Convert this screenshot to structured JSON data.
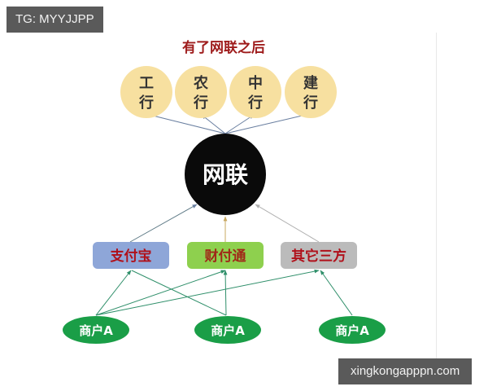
{
  "watermarks": {
    "top_left": "TG: MYYJJPP",
    "bottom_right": "xingkongapppn.com"
  },
  "diagram": {
    "title": "有了网联之后",
    "banks": [
      {
        "line1": "工",
        "line2": "行"
      },
      {
        "line1": "农",
        "line2": "行"
      },
      {
        "line1": "中",
        "line2": "行"
      },
      {
        "line1": "建",
        "line2": "行"
      }
    ],
    "hub": {
      "label": "网联"
    },
    "payment_providers": [
      {
        "label": "支付宝"
      },
      {
        "label": "财付通"
      },
      {
        "label": "其它三方"
      }
    ],
    "merchants": [
      {
        "label": "商户A"
      },
      {
        "label": "商户A"
      },
      {
        "label": "商户A"
      }
    ],
    "edges": [
      {
        "from": "网联",
        "to": "工行"
      },
      {
        "from": "网联",
        "to": "农行"
      },
      {
        "from": "网联",
        "to": "中行"
      },
      {
        "from": "网联",
        "to": "建行"
      },
      {
        "from": "支付宝",
        "to": "网联"
      },
      {
        "from": "财付通",
        "to": "网联"
      },
      {
        "from": "其它三方",
        "to": "网联"
      },
      {
        "from": "商户A-1",
        "to": "支付宝"
      },
      {
        "from": "商户A-1",
        "to": "财付通"
      },
      {
        "from": "商户A-1",
        "to": "其它三方"
      },
      {
        "from": "商户A-2",
        "to": "支付宝"
      },
      {
        "from": "商户A-2",
        "to": "财付通"
      },
      {
        "from": "商户A-3",
        "to": "其它三方"
      }
    ],
    "colors": {
      "title": "#9e1b1b",
      "bank_fill": "#f7e0a0",
      "bank_text": "#333333",
      "hub_fill": "#0a0a0a",
      "hub_text": "#ffffff",
      "alipay_fill": "#8ea6d8",
      "tenpay_fill": "#8ed04e",
      "other_fill": "#bbbbbb",
      "provider_text": "#b0101a",
      "tenpay_text": "#a02818",
      "merchant_fill": "#1a9e47",
      "merchant_text": "#ffffff",
      "edge_bank": "#6a7fa0",
      "edge_merchant": "#2f8f6a"
    }
  }
}
